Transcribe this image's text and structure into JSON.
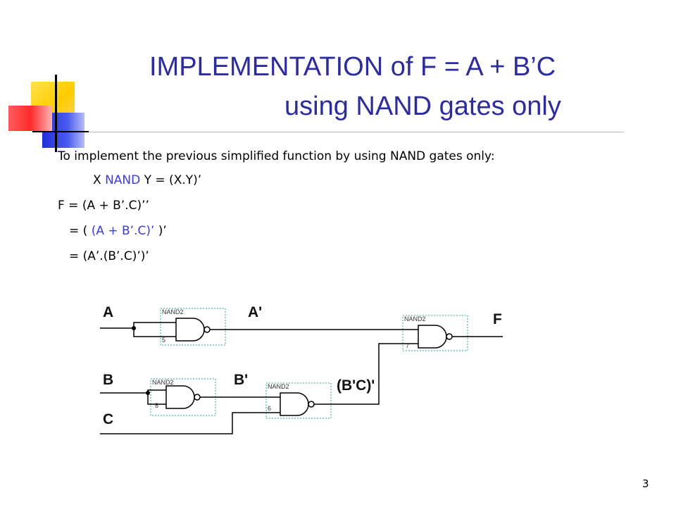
{
  "slide": {
    "title_line1": "IMPLEMENTATION of F = A + B’C",
    "title_line2": "using NAND gates only",
    "intro": "To implement the previous simplified function by using NAND gates only:",
    "nand_def": {
      "prefix": "X ",
      "keyword": "NAND",
      "suffix": " Y = (X.Y)’"
    },
    "eq1": "F = (A + B’.C)’’",
    "eq2": {
      "prefix": "= ( ",
      "highlight": "(A + B’.C)’",
      "suffix": " )’"
    },
    "eq3": "= (A’.(B’.C)’)’",
    "page_number": "3"
  },
  "circuit": {
    "inputs": {
      "a": "A",
      "b": "B",
      "c": "C"
    },
    "output": "F",
    "nodes": {
      "a_not": "A'",
      "b_not": "B'",
      "bc_not": "(B'C)'"
    },
    "gate_type": "NAND2",
    "gate_ids": {
      "g1": "5",
      "g2": "8",
      "g3": "6",
      "g4": "7"
    }
  },
  "colors": {
    "title": "#2c2c9c",
    "highlight": "#3b3bd6",
    "box_outline": "#2aa5a0"
  }
}
